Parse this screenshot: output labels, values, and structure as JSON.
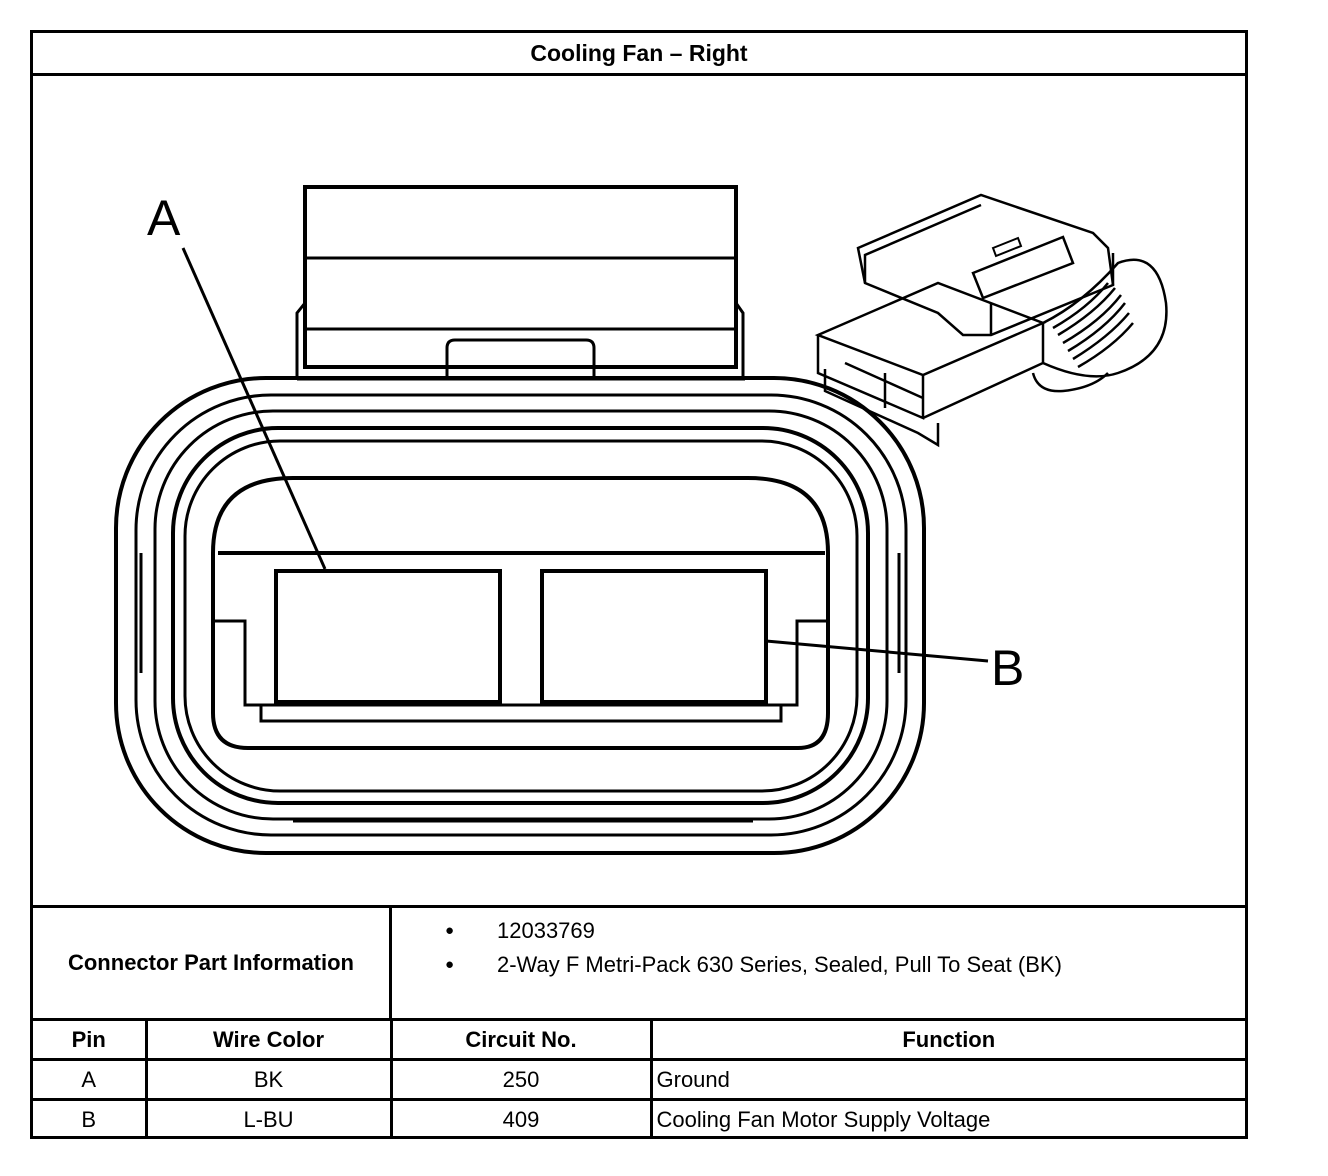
{
  "title": "Cooling Fan – Right",
  "diagram": {
    "callouts": {
      "a": "A",
      "b": "B"
    }
  },
  "connector_info": {
    "label": "Connector Part Information",
    "items": [
      "12033769",
      "2-Way F Metri-Pack 630 Series, Sealed, Pull To Seat (BK)"
    ]
  },
  "pin_table": {
    "headers": [
      "Pin",
      "Wire Color",
      "Circuit No.",
      "Function"
    ],
    "rows": [
      [
        "A",
        "BK",
        "250",
        "Ground"
      ],
      [
        "B",
        "L-BU",
        "409",
        "Cooling Fan Motor Supply Voltage"
      ]
    ]
  }
}
